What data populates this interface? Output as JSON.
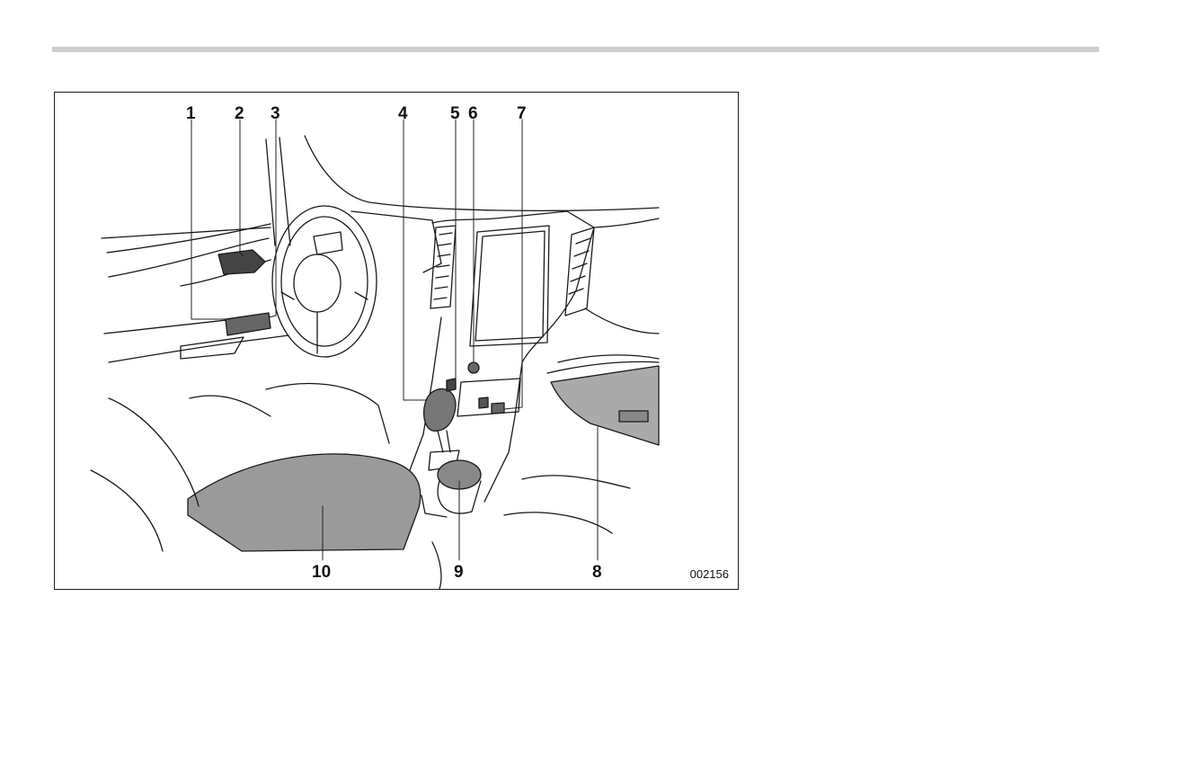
{
  "page": {
    "figure": {
      "callouts": [
        "1",
        "2",
        "3",
        "4",
        "5",
        "6",
        "7",
        "8",
        "9",
        "10"
      ],
      "figure_id": "002156"
    }
  }
}
